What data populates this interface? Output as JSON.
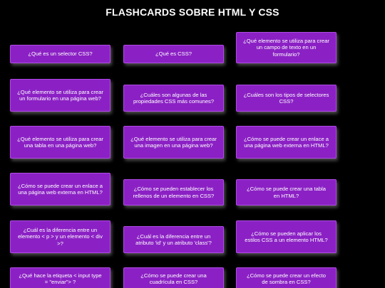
{
  "page": {
    "title": "FLASHCARDS SOBRE HTML Y CSS"
  },
  "colors": {
    "background": "#000000",
    "card": "#8b21c4",
    "text": "#ffffff"
  },
  "cards": [
    {
      "question": "¿Qué es un selector CSS?"
    },
    {
      "question": "¿Qué es CSS?"
    },
    {
      "question": "¿Qué elemento se utiliza para crear un campo de texto en un formulario?"
    },
    {
      "question": "¿Qué elemento se utiliza para crear un formulario en una página web?"
    },
    {
      "question": "¿Cuáles son algunas de las propiedades CSS más comunes?"
    },
    {
      "question": "¿Cuáles son los tipos de selectores CSS?"
    },
    {
      "question": "¿Qué elemento se utiliza para crear una tabla en una página web?"
    },
    {
      "question": "¿Qué elemento se utiliza para crear una imagen en una página web?"
    },
    {
      "question": "¿Cómo se puede crear un enlace a una página web externa en HTML?"
    },
    {
      "question": "¿Cómo se puede crear un enlace a una página web externa en HTML?"
    },
    {
      "question": "¿Cómo se pueden establecer los rellenos de un elemento en CSS?"
    },
    {
      "question": "¿Cómo se puede crear una tabla en HTML?"
    },
    {
      "question": "¿Cuál es la diferencia entre un elemento < p > y un elemento < div >?"
    },
    {
      "question": "¿Cuál es la diferencia entre un atributo 'id' y un atributo 'class'?"
    },
    {
      "question": "¿Cómo se pueden aplicar los estilos CSS a un elemento HTML?"
    },
    {
      "question": "¿Qué hace la etiqueta < input type = \"enviar\"> ?"
    },
    {
      "question": "¿Cómo se puede crear una cuadrícula en CSS?"
    },
    {
      "question": "¿Cómo se puede crear un efecto de sombra en CSS?"
    }
  ]
}
